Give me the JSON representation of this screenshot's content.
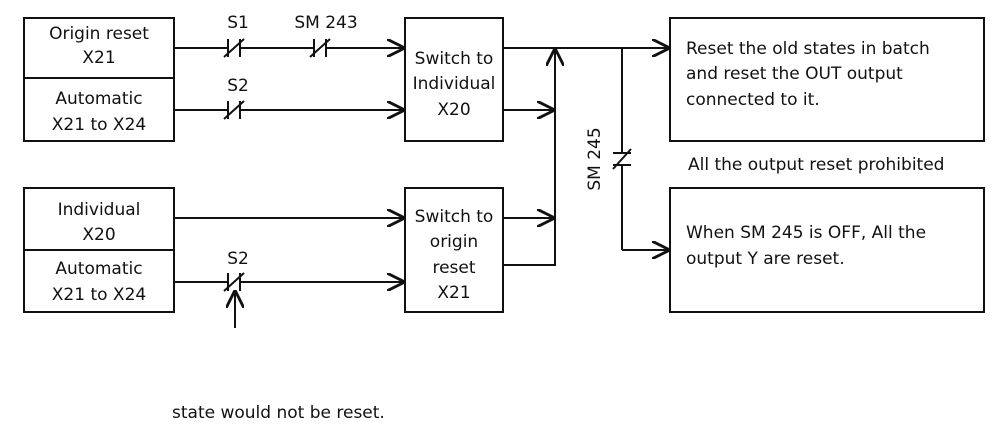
{
  "boxes": {
    "origin_reset": {
      "lines": [
        "Origin reset",
        "X21"
      ]
    },
    "automatic_top": {
      "lines": [
        "Automatic",
        "X21 to X24"
      ]
    },
    "individual": {
      "lines": [
        "Individual",
        "X20"
      ]
    },
    "automatic_bottom": {
      "lines": [
        "Automatic",
        "X21 to X24"
      ]
    },
    "switch_individual": {
      "lines": [
        "Switch to",
        "Individual",
        "X20"
      ]
    },
    "switch_origin": {
      "lines": [
        "Switch to",
        "origin",
        "reset",
        "X21"
      ]
    },
    "reset_batch": {
      "lines": [
        "Reset the old states in batch",
        "and reset the OUT output",
        "connected to it."
      ]
    },
    "sm245_off": {
      "lines": [
        "When SM 245 is OFF, All the",
        "output Y are reset."
      ]
    }
  },
  "contacts": {
    "s1": "S1",
    "sm243": "SM 243",
    "s2_top": "S2",
    "s2_bottom": "S2",
    "sm245": "SM 245"
  },
  "labels": {
    "prohibited": "All the output reset prohibited",
    "footer_partial": "state would not be reset."
  }
}
